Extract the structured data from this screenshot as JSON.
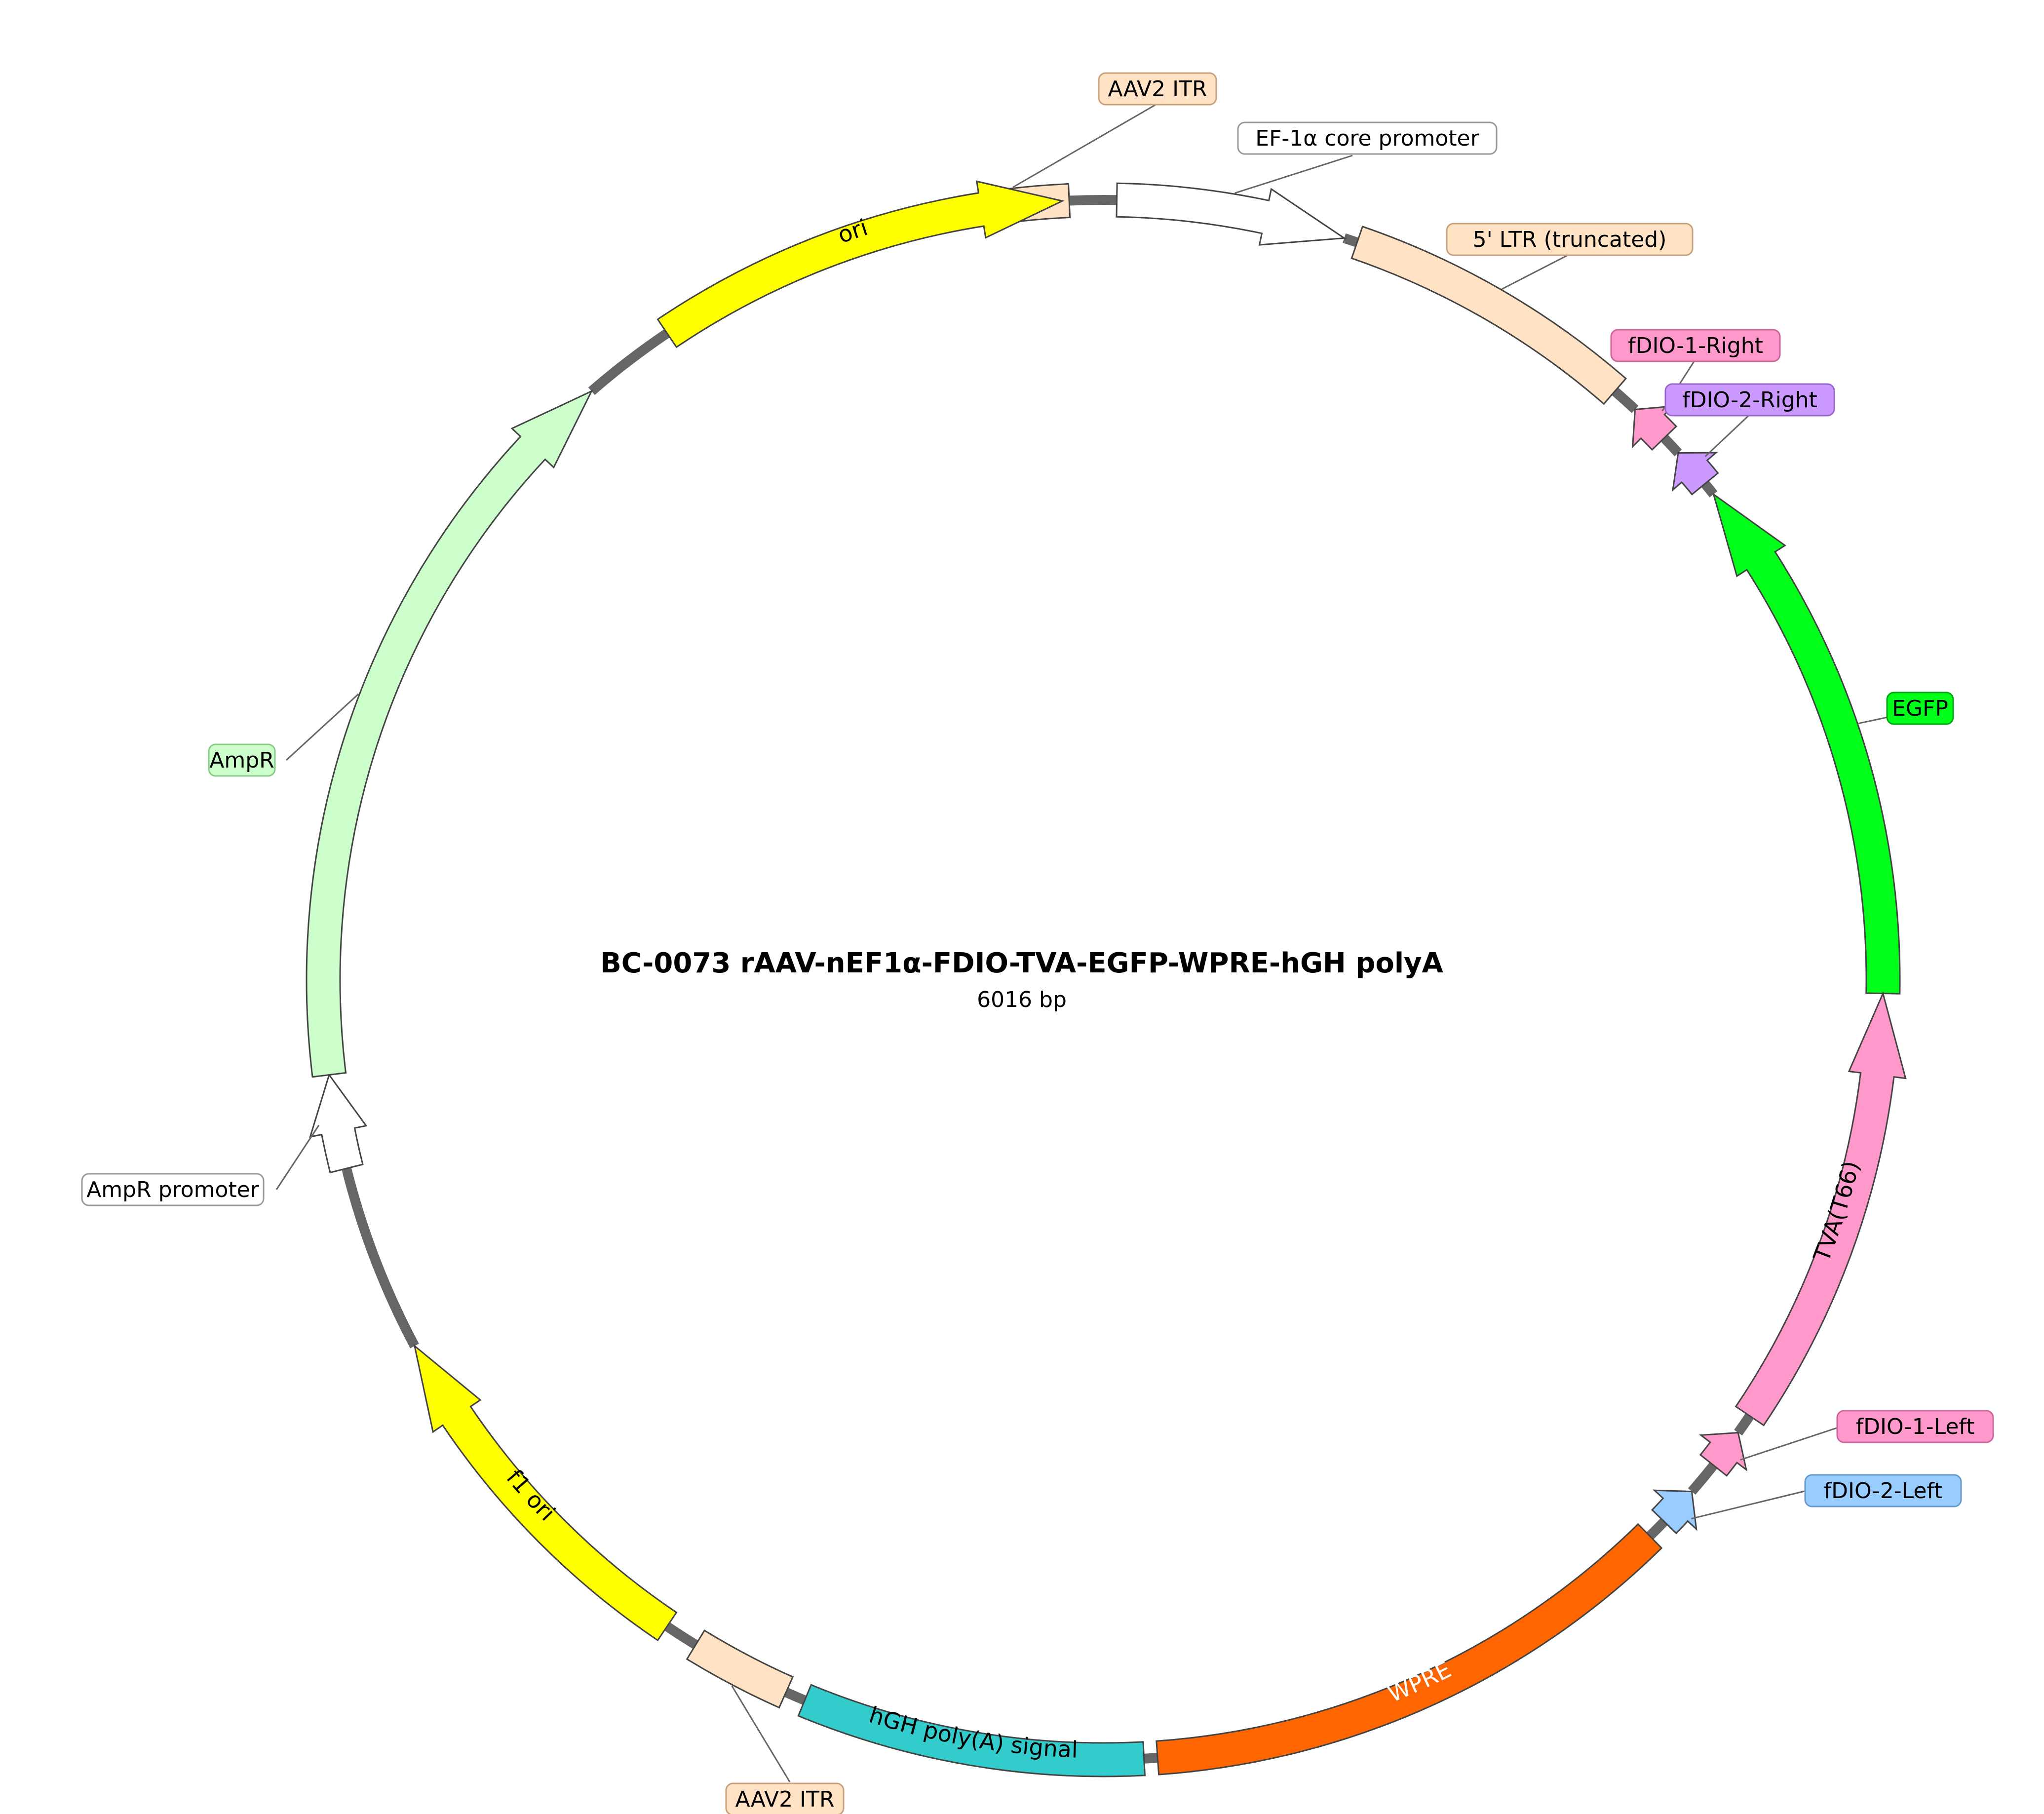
{
  "plasmid": {
    "title": "BC-0073   rAAV-nEF1α-FDIO-TVA-EGFP-WPRE-hGH polyA",
    "size_label": "6016 bp"
  },
  "features": [
    {
      "id": "aav2-itr-top",
      "name": "AAV2 ITR",
      "color": "#ffe3c4",
      "start": -10.5,
      "end": -2.5,
      "dir": 0,
      "label_mode": "callout"
    },
    {
      "id": "ef1a-core-promoter",
      "name": "EF-1α core promoter",
      "color": "#ffffff",
      "start": 1.0,
      "end": 18.0,
      "dir": 1,
      "label_mode": "callout"
    },
    {
      "id": "5-ltr-truncated",
      "name": "5' LTR (truncated)",
      "color": "#ffe3c4",
      "start": 19.0,
      "end": 41.0,
      "dir": 0,
      "label_mode": "callout"
    },
    {
      "id": "fdio-1-right",
      "name": "fDIO-1-Right",
      "color": "#ff99cc",
      "start": 43.0,
      "end": 46.0,
      "dir": -1,
      "label_mode": "callout"
    },
    {
      "id": "fdio-2-right",
      "name": "fDIO-2-Right",
      "color": "#cc99ff",
      "start": 47.5,
      "end": 50.5,
      "dir": -1,
      "label_mode": "callout"
    },
    {
      "id": "egfp",
      "name": "EGFP",
      "color": "#00ff19",
      "start": 51.5,
      "end": 91.0,
      "dir": -1,
      "label_mode": "callout"
    },
    {
      "id": "tva-t66",
      "name": "TVA(T66)",
      "color": "#ff99cc",
      "start": 91.0,
      "end": 124.0,
      "dir": -1,
      "label_mode": "inside"
    },
    {
      "id": "fdio-1-left",
      "name": "fDIO-1-Left",
      "color": "#ff99cc",
      "start": 125.5,
      "end": 128.5,
      "dir": -1,
      "label_mode": "callout"
    },
    {
      "id": "fdio-2-left",
      "name": "fDIO-2-Left",
      "color": "#99ccff",
      "start": 131.0,
      "end": 134.0,
      "dir": -1,
      "label_mode": "callout"
    },
    {
      "id": "wpre",
      "name": "WPRE",
      "color": "#ff6600",
      "start": 135.5,
      "end": 176.0,
      "dir": 0,
      "label_mode": "inside"
    },
    {
      "id": "hgh-polya-signal",
      "name": "hGH poly(A) signal",
      "color": "#33cccc",
      "start": 177.0,
      "end": 202.5,
      "dir": 0,
      "label_mode": "inside"
    },
    {
      "id": "aav2-itr-bottom",
      "name": "AAV2 ITR",
      "color": "#ffe3c4",
      "start": 204.0,
      "end": 211.5,
      "dir": 0,
      "label_mode": "callout"
    },
    {
      "id": "f1-ori",
      "name": "f1 ori",
      "color": "#ffff00",
      "start": 214.0,
      "end": 242.0,
      "dir": 1,
      "label_mode": "inside"
    },
    {
      "id": "ampr-promoter",
      "name": "AmpR promoter",
      "color": "#ffffff",
      "start": 256.0,
      "end": 263.0,
      "dir": 1,
      "label_mode": "callout"
    },
    {
      "id": "ampr",
      "name": "AmpR",
      "color": "#ccffcc",
      "start": 263.0,
      "end": 319.0,
      "dir": 1,
      "label_mode": "callout"
    },
    {
      "id": "ori",
      "name": "ori",
      "color": "#ffff00",
      "start": 326.0,
      "end": 357.0,
      "dir": 1,
      "label_mode": "inside"
    }
  ],
  "callouts": [
    {
      "feature": "aav2-itr-top",
      "text": "AAV2 ITR",
      "color": "#ffe3c4",
      "border": "#c8a07a"
    },
    {
      "feature": "ef1a-core-promoter",
      "text": "EF-1α core promoter",
      "color": "#ffffff",
      "border": "#999999"
    },
    {
      "feature": "5-ltr-truncated",
      "text": "5' LTR (truncated)",
      "color": "#ffe3c4",
      "border": "#c8a07a"
    },
    {
      "feature": "fdio-1-right",
      "text": "fDIO-1-Right",
      "color": "#ff99cc",
      "border": "#cc6699"
    },
    {
      "feature": "fdio-2-right",
      "text": "fDIO-2-Right",
      "color": "#cc99ff",
      "border": "#9966cc"
    },
    {
      "feature": "egfp",
      "text": "EGFP",
      "color": "#00ff19",
      "border": "#00aa10"
    },
    {
      "feature": "fdio-1-left",
      "text": "fDIO-1-Left",
      "color": "#ff99cc",
      "border": "#cc6699"
    },
    {
      "feature": "fdio-2-left",
      "text": "fDIO-2-Left",
      "color": "#99ccff",
      "border": "#6699cc"
    },
    {
      "feature": "aav2-itr-bottom",
      "text": "AAV2 ITR",
      "color": "#ffe3c4",
      "border": "#c8a07a"
    },
    {
      "feature": "ampr-promoter",
      "text": "AmpR promoter",
      "color": "#ffffff",
      "border": "#999999"
    },
    {
      "feature": "ampr",
      "text": "AmpR",
      "color": "#ccffcc",
      "border": "#88cc88"
    }
  ]
}
